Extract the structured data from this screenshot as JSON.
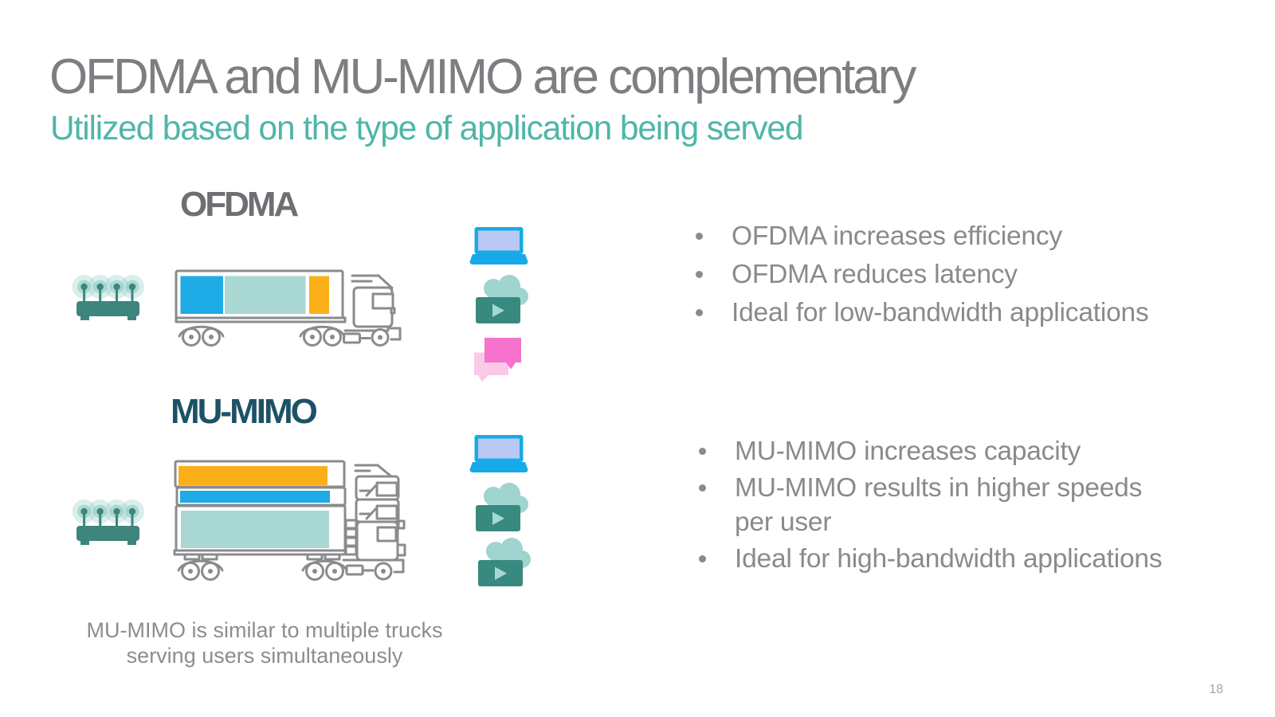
{
  "slide": {
    "title": "OFDMA and MU-MIMO are complementary",
    "subtitle": "Utilized based on the type of application being served",
    "page_number": "18"
  },
  "colors": {
    "title": "#7d7e81",
    "subtitle": "#4eb6a8",
    "h-ofdma": "#6e6f72",
    "h-mumimo": "#1d5266",
    "bullet": "#898a8c",
    "caption": "#8c8d8f",
    "pagenum": "#a5a6a8",
    "truck": "#8a8b8d",
    "block-blue": "#1fabe5",
    "block-teal": "#a9d7d2",
    "block-orange": "#fbb019",
    "router": "#3d857d",
    "halo": "#8eccc4",
    "cloud": "#a0d4ce",
    "player": "#38897f",
    "play": "#a6d8d2",
    "laptop": "#16abe8",
    "screen": "#bac9f4",
    "pink": "#f672cd",
    "pink-light": "#fac9e8"
  },
  "ofdma": {
    "heading": "OFDMA",
    "bullets": [
      "OFDMA increases efficiency",
      "OFDMA reduces latency",
      "Ideal for low-bandwidth applications"
    ],
    "icons": [
      "wifi-router-icon",
      "truck-icon",
      "laptop-icon",
      "video-cloud-icon",
      "chat-bubbles-icon"
    ]
  },
  "mumimo": {
    "heading": "MU-MIMO",
    "bullets": [
      "MU-MIMO increases capacity",
      "MU-MIMO results in higher speeds per user",
      "Ideal for high-bandwidth applications"
    ],
    "caption": "MU-MIMO is similar to multiple trucks serving users simultaneously",
    "icons": [
      "wifi-router-icon",
      "stacked-trucks-icon",
      "laptop-icon",
      "video-cloud-icon",
      "video-cloud-icon"
    ]
  }
}
